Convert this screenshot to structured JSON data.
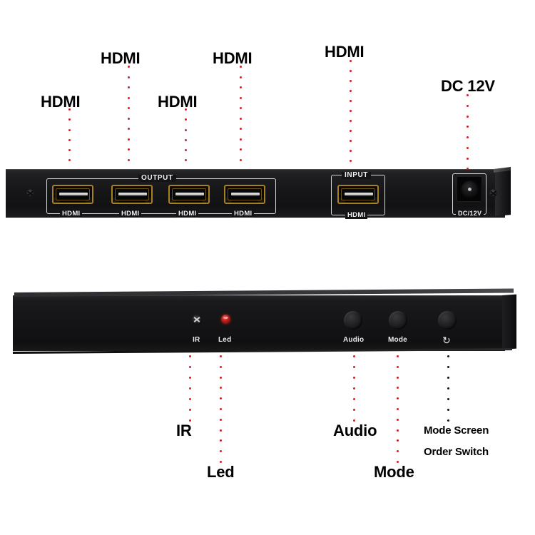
{
  "image": {
    "subject": "HDMI splitter 1x4 rear and front panel product diagram",
    "background_color": "#ffffff",
    "annotation_dot_color": "#d81e23",
    "annotation_text_color": "#000000"
  },
  "annotations": {
    "top": [
      {
        "label": "HDMI",
        "name": "callout-hdmi-output-1"
      },
      {
        "label": "HDMI",
        "name": "callout-hdmi-output-2"
      },
      {
        "label": "HDMI",
        "name": "callout-hdmi-output-3"
      },
      {
        "label": "HDMI",
        "name": "callout-hdmi-output-4"
      },
      {
        "label": "HDMI",
        "name": "callout-hdmi-input"
      },
      {
        "label": "DC 12V",
        "name": "callout-dc-12v"
      }
    ],
    "bottom": [
      {
        "label": "IR",
        "name": "callout-ir"
      },
      {
        "label": "Led",
        "name": "callout-led"
      },
      {
        "label": "Audio",
        "name": "callout-audio"
      },
      {
        "label": "Mode",
        "name": "callout-mode"
      },
      {
        "label": "Mode Screen",
        "name": "callout-mode-screen"
      },
      {
        "label": "Order Switch",
        "name": "callout-order-switch"
      }
    ]
  },
  "rear_panel": {
    "name": "rear-panel",
    "output_group_label": "OUTPUT",
    "input_group_label": "INPUT",
    "output_ports": [
      {
        "label": "HDMI"
      },
      {
        "label": "HDMI"
      },
      {
        "label": "HDMI"
      },
      {
        "label": "HDMI"
      }
    ],
    "input_port": {
      "label": "HDMI"
    },
    "power_port": {
      "label": "DC/12V"
    }
  },
  "front_panel": {
    "name": "front-panel",
    "indicators": [
      {
        "label": "IR",
        "type": "ir-sensor"
      },
      {
        "label": "Led",
        "type": "led-indicator"
      }
    ],
    "buttons": [
      {
        "label": "Audio",
        "type": "push-button"
      },
      {
        "label": "Mode",
        "type": "push-button"
      },
      {
        "label": "↻",
        "type": "push-button"
      }
    ]
  }
}
